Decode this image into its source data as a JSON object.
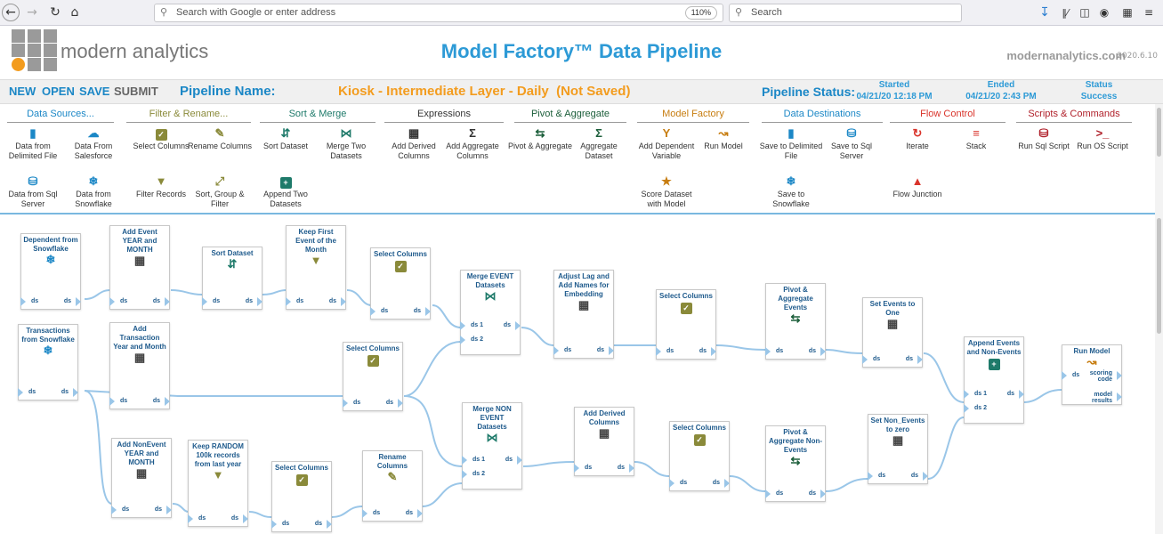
{
  "browser": {
    "url_placeholder": "Search with Google or enter address",
    "zoom": "110%",
    "search_placeholder": "Search"
  },
  "header": {
    "brand": "modern analytics",
    "title": "Model Factory™ Data Pipeline",
    "site": "modernanalytics.com",
    "version": "2020.6.10"
  },
  "commands": {
    "new": "NEW",
    "open": "OPEN",
    "save": "SAVE",
    "submit": "SUBMIT"
  },
  "pipeline": {
    "name_label": "Pipeline Name:",
    "name": "Kiosk - Intermediate Layer - Daily",
    "saved_state": "(Not Saved)",
    "status_label": "Pipeline Status:",
    "started_label": "Started",
    "started": "04/21/20 12:18 PM",
    "ended_label": "Ended",
    "ended": "04/21/20 2:43 PM",
    "status_head": "Status",
    "status": "Success"
  },
  "colors": {
    "accent": "#2d9ad6",
    "orange": "#f39c1e",
    "olive": "#8a8a3a",
    "flow_red": "#d9342b",
    "script_red": "#b0202a"
  },
  "palette": {
    "categories": [
      "Data Sources...",
      "Filter & Rename...",
      "Sort & Merge",
      "Expressions",
      "Pivot & Aggregate",
      "Model Factory",
      "Data Destinations",
      "Flow Control",
      "Scripts & Commands"
    ],
    "tools": [
      {
        "label": "Data from Delimited File",
        "icon": "file-excel-icon"
      },
      {
        "label": "Data From Salesforce",
        "icon": "cloud-icon"
      },
      {
        "label": "Data from Sql Server",
        "icon": "database-icon"
      },
      {
        "label": "Data from Snowflake",
        "icon": "snowflake-icon"
      },
      {
        "label": "Select Columns",
        "icon": "checkbox-icon"
      },
      {
        "label": "Rename Columns",
        "icon": "edit-icon"
      },
      {
        "label": "Filter Records",
        "icon": "filter-icon"
      },
      {
        "label": "Sort, Group & Filter",
        "icon": "compress-icon"
      },
      {
        "label": "Sort Dataset",
        "icon": "sort-icon"
      },
      {
        "label": "Merge Two Datasets",
        "icon": "merge-icon"
      },
      {
        "label": "Append Two Datasets",
        "icon": "plus-square-icon"
      },
      {
        "label": "Add Derived Columns",
        "icon": "calculator-icon"
      },
      {
        "label": "Add Aggregate Columns",
        "icon": "sigma-icon"
      },
      {
        "label": "Pivot & Aggregate",
        "icon": "retweet-icon"
      },
      {
        "label": "Aggregate Dataset",
        "icon": "sigma-icon"
      },
      {
        "label": "Add Dependent Variable",
        "icon": "fork-icon"
      },
      {
        "label": "Run Model",
        "icon": "line-chart-icon"
      },
      {
        "label": "Score Dataset with Model",
        "icon": "star-icon"
      },
      {
        "label": "Save to Delimited File",
        "icon": "file-excel-icon"
      },
      {
        "label": "Save to Sql Server",
        "icon": "database-icon"
      },
      {
        "label": "Save to Snowflake",
        "icon": "snowflake-icon"
      },
      {
        "label": "Iterate",
        "icon": "redo-icon"
      },
      {
        "label": "Stack",
        "icon": "layers-icon"
      },
      {
        "label": "Flow Junction",
        "icon": "sitemap-icon"
      },
      {
        "label": "Run Sql Script",
        "icon": "database-icon"
      },
      {
        "label": "Run OS Script",
        "icon": "terminal-icon"
      }
    ]
  },
  "nodes": [
    {
      "title": "Dependent from Snowflake",
      "icon": "snowflake-icon",
      "ports": [
        "ds",
        "ds"
      ]
    },
    {
      "title": "Add Event YEAR and MONTH",
      "icon": "calculator-icon",
      "ports": [
        "ds",
        "ds"
      ]
    },
    {
      "title": "Sort Dataset",
      "icon": "sort-icon",
      "ports": [
        "ds",
        "ds"
      ]
    },
    {
      "title": "Keep First Event of the Month",
      "icon": "filter-icon",
      "ports": [
        "ds",
        "ds"
      ]
    },
    {
      "title": "Select Columns",
      "icon": "checkbox-icon",
      "ports": [
        "ds",
        "ds"
      ]
    },
    {
      "title": "Merge EVENT Datasets",
      "icon": "merge-icon",
      "ports": [
        "ds 1",
        "ds",
        "ds 2"
      ]
    },
    {
      "title": "Adjust Lag and Add Names for Embedding",
      "icon": "calculator-icon",
      "ports": [
        "ds",
        "ds"
      ]
    },
    {
      "title": "Select Columns",
      "icon": "checkbox-icon",
      "ports": [
        "ds",
        "ds"
      ]
    },
    {
      "title": "Pivot & Aggregate Events",
      "icon": "retweet-icon",
      "ports": [
        "ds",
        "ds"
      ]
    },
    {
      "title": "Set Events to One",
      "icon": "calculator-icon",
      "ports": [
        "ds",
        "ds"
      ]
    },
    {
      "title": "Transactions from Snowflake",
      "icon": "snowflake-icon",
      "ports": [
        "ds",
        "ds"
      ]
    },
    {
      "title": "Add Transaction Year and Month",
      "icon": "calculator-icon",
      "ports": [
        "ds",
        "ds"
      ]
    },
    {
      "title": "Select Columns",
      "icon": "checkbox-icon",
      "ports": [
        "ds",
        "ds"
      ]
    },
    {
      "title": "Append Events and Non-Events",
      "icon": "plus-square-icon",
      "ports": [
        "ds 1",
        "ds",
        "ds 2"
      ]
    },
    {
      "title": "Run Model",
      "icon": "line-chart-icon",
      "ports": [
        "ds",
        "scoring code",
        "model results"
      ]
    },
    {
      "title": "Merge NON EVENT Datasets",
      "icon": "merge-icon",
      "ports": [
        "ds 1",
        "ds",
        "ds 2"
      ]
    },
    {
      "title": "Add Derived Columns",
      "icon": "calculator-icon",
      "ports": [
        "ds",
        "ds"
      ]
    },
    {
      "title": "Select Columns",
      "icon": "checkbox-icon",
      "ports": [
        "ds",
        "ds"
      ]
    },
    {
      "title": "Pivot & Aggregate Non-Events",
      "icon": "retweet-icon",
      "ports": [
        "ds",
        "ds"
      ]
    },
    {
      "title": "Set Non_Events to zero",
      "icon": "calculator-icon",
      "ports": [
        "ds",
        "ds"
      ]
    },
    {
      "title": "Add NonEvent YEAR and MONTH",
      "icon": "calculator-icon",
      "ports": [
        "ds",
        "ds"
      ]
    },
    {
      "title": "Keep RANDOM 100k records from last year",
      "icon": "filter-icon",
      "ports": [
        "ds",
        "ds"
      ]
    },
    {
      "title": "Select Columns",
      "icon": "checkbox-icon",
      "ports": [
        "ds",
        "ds"
      ]
    },
    {
      "title": "Rename Columns",
      "icon": "edit-icon",
      "ports": [
        "ds",
        "ds"
      ]
    }
  ]
}
